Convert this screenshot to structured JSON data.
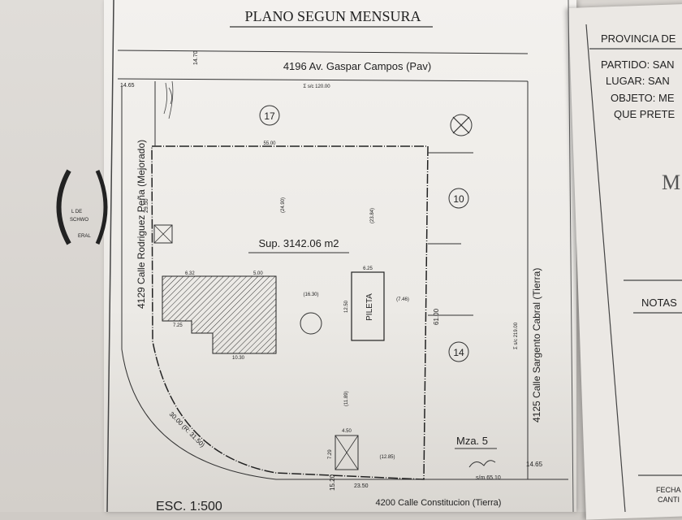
{
  "title": "PLANO SEGUN MENSURA",
  "streets": {
    "top": "4196 Av. Gaspar Campos (Pav)",
    "left": "4129 Calle Rodriguez Peña (Mejorado)",
    "right": "4125 Calle Sargento Cabral (Tierra)",
    "bottom": "4200 Calle Constitucion (Tierra)"
  },
  "surface": "Sup. 3142.06 m2",
  "pool_label": "PILETA",
  "block_label": "Mza. 5",
  "scale": "ESC. 1:500",
  "lot_numbers": [
    "17",
    "10",
    "14"
  ],
  "dimensions": {
    "top_sum": "Σ s/c 120.00",
    "right_sum": "Σ s/c 219.00",
    "top_width": "55.00",
    "left_h": "29.50",
    "curve": "30.00 (R: 31.50)",
    "left_corner": "14.65",
    "top_corner": "14.70",
    "right_corner": "14.65",
    "right_side": "61.00",
    "bottom_a": "15.20",
    "bottom_b": "23.50",
    "pool_w": "6.25",
    "pool_h": "12.50",
    "sm": "s/m 65.10",
    "inner_a": "(16.30)",
    "inner_b": "(7.46)",
    "inner_c": "(11.89)",
    "inner_d": "(12.85)",
    "inner_e": "(24.90)",
    "inner_f": "(23.84)",
    "house_a": "7.25",
    "house_b": "10.30",
    "house_c": "6.32",
    "house_d": "5.00",
    "small_a": "4.50",
    "small_b": "7.29"
  },
  "right_sheet": {
    "line1": "PROVINCIA DE",
    "line2": "PARTIDO: SAN",
    "line3": "LUGAR: SAN",
    "line4": "OBJETO: ME",
    "line5": "QUE PRETE",
    "big_letter": "M",
    "notas": "NOTAS",
    "fecha": "FECHA",
    "cant": "CANTI"
  },
  "stamp_text": [
    "L DE",
    "SCHWO",
    "ERAL"
  ]
}
